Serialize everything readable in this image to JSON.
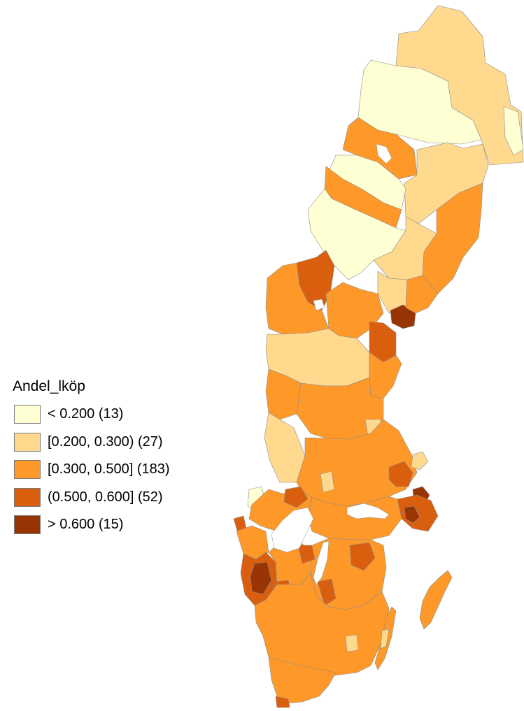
{
  "map": {
    "legend": {
      "title": "Andel_lköp",
      "classes": [
        {
          "label": "< 0.200 (13)",
          "color": "#ffffd4",
          "count": 13
        },
        {
          "label": "[0.200, 0.300) (27)",
          "color": "#fed98e",
          "count": 27
        },
        {
          "label": "[0.300, 0.500] (183)",
          "color": "#fe9929",
          "count": 183
        },
        {
          "label": "(0.500, 0.600] (52)",
          "color": "#d95f0e",
          "count": 52
        },
        {
          "label": "> 0.600 (15)",
          "color": "#993404",
          "count": 15
        }
      ]
    },
    "region_outline_color": "#8c8c8c",
    "water_color": "#ffffff"
  }
}
